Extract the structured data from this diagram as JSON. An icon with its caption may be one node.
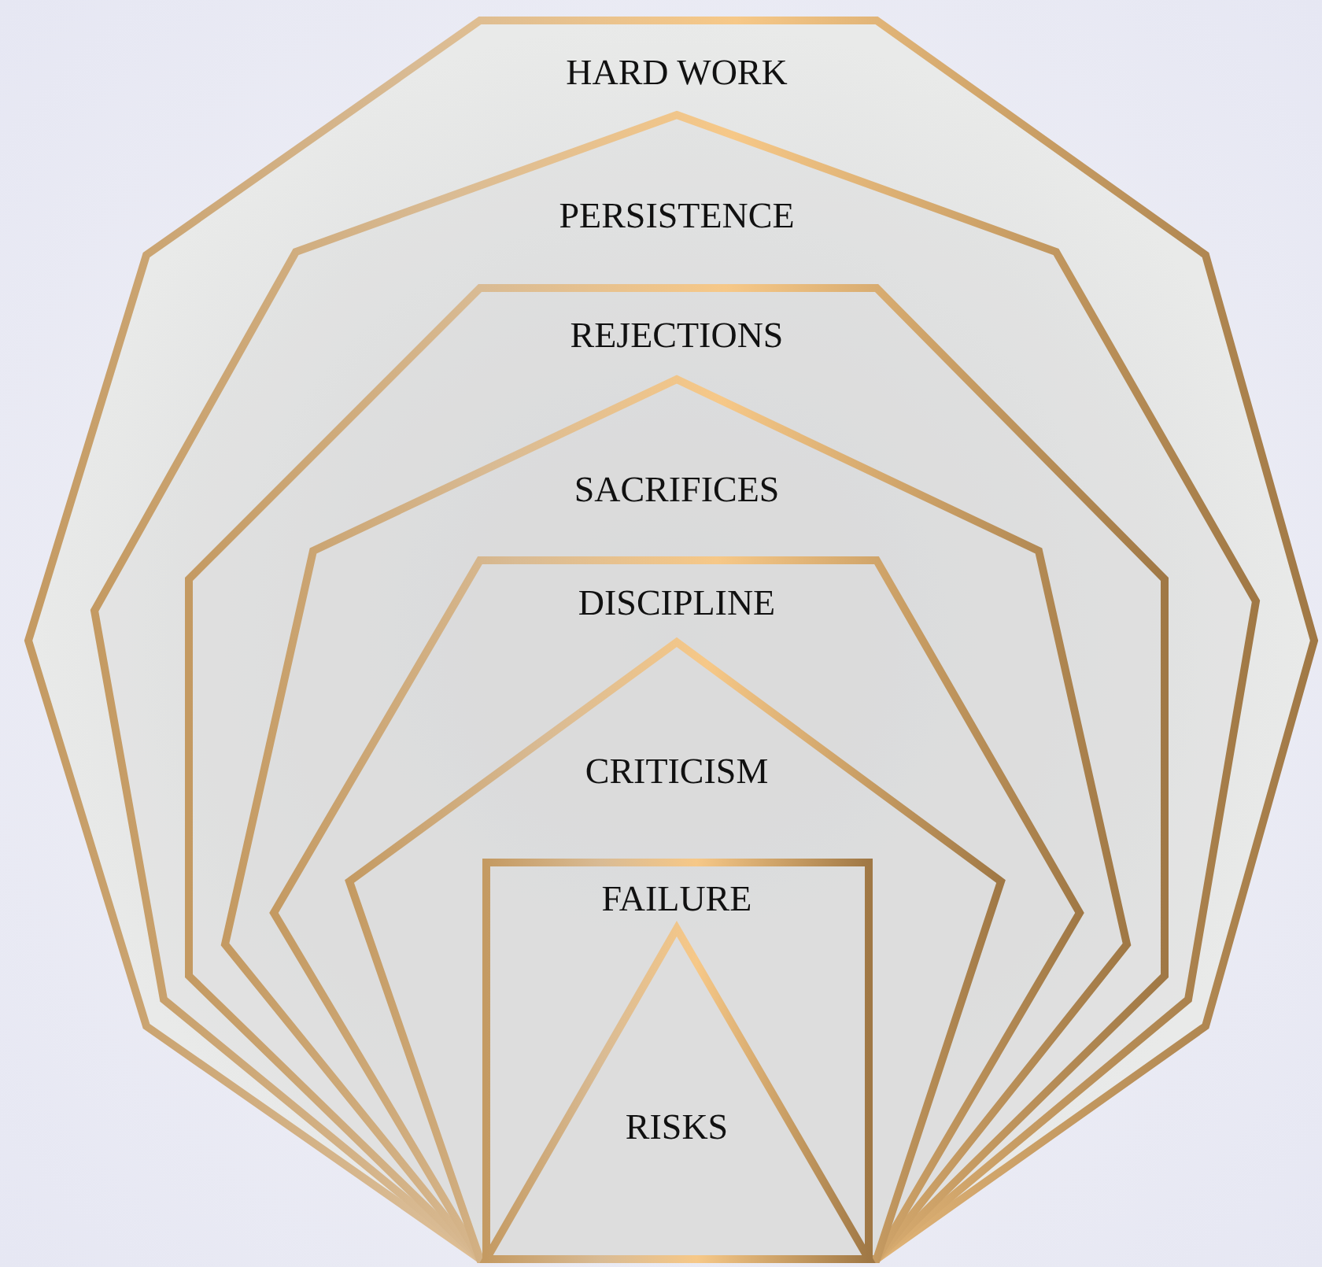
{
  "diagram": {
    "nodes": [
      {
        "text": [
          "HARD WORK"
        ]
      },
      {
        "text": [
          "PERSISTENCE"
        ],
        "in": 0
      },
      {
        "text": [
          "REJECTIONS"
        ],
        "in": 1
      },
      {
        "text": [
          "SACRIFICES"
        ],
        "in": 2
      },
      {
        "text": [
          "DISCIPLINE"
        ],
        "in": 3
      },
      {
        "text": [
          "CRITICISM"
        ],
        "in": 4
      },
      {
        "text": [
          "FAILURE"
        ],
        "in": 5
      },
      {
        "text": [
          "RISKS"
        ],
        "in": 6
      }
    ]
  }
}
